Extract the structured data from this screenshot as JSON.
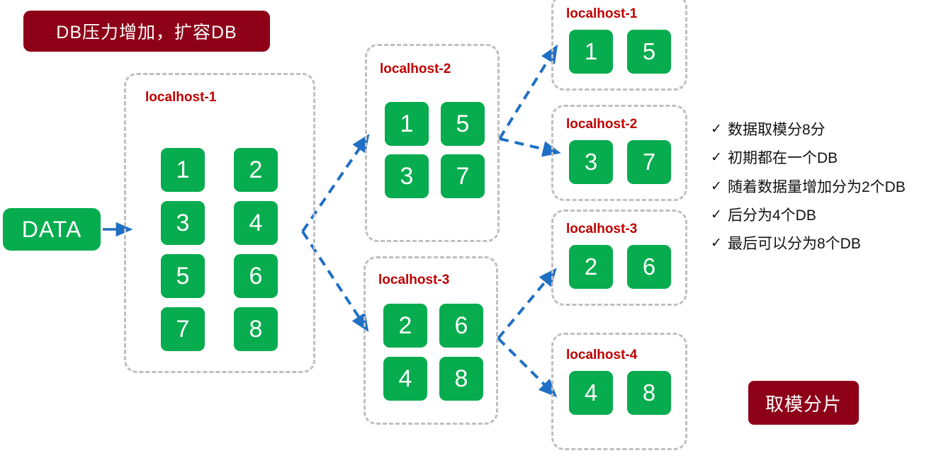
{
  "title_banner": {
    "label": "DB压力增加，扩容DB"
  },
  "footer_badge": {
    "label": "取模分片"
  },
  "source": {
    "label": "DATA"
  },
  "stage1": {
    "host": "localhost-1",
    "tiles": [
      "1",
      "2",
      "3",
      "4",
      "5",
      "6",
      "7",
      "8"
    ]
  },
  "stage2": [
    {
      "host": "localhost-2",
      "tiles": [
        "1",
        "5",
        "3",
        "7"
      ]
    },
    {
      "host": "localhost-3",
      "tiles": [
        "2",
        "6",
        "4",
        "8"
      ]
    }
  ],
  "stage3": [
    {
      "host": "localhost-1",
      "tiles": [
        "1",
        "5"
      ]
    },
    {
      "host": "localhost-2",
      "tiles": [
        "3",
        "7"
      ]
    },
    {
      "host": "localhost-3",
      "tiles": [
        "2",
        "6"
      ]
    },
    {
      "host": "localhost-4",
      "tiles": [
        "4",
        "8"
      ]
    }
  ],
  "notes": {
    "check_glyph": "✓",
    "items": [
      "数据取模分8分",
      "初期都在一个DB",
      "随着数据量增加分为2个DB",
      "后分为4个DB",
      "最后可以分为8个DB"
    ]
  },
  "colors": {
    "banner_red": "#8E0018",
    "label_red": "#C00000",
    "tile_green": "#06AC4E",
    "arrow_blue": "#1F6FC4",
    "border_gray": "#BFBFBF"
  }
}
